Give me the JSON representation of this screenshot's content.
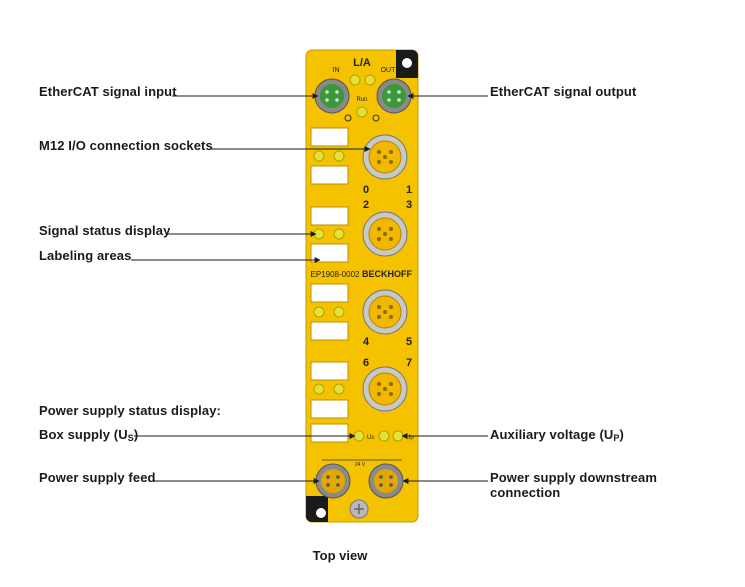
{
  "labels": {
    "ethercat_input": "EtherCAT signal input",
    "ethercat_output": "EtherCAT signal output",
    "m12_sockets": "M12 I/O connection sockets",
    "signal_status": "Signal status display",
    "labeling_areas": "Labeling areas",
    "power_status_heading": "Power supply status display:",
    "box_supply": "Box supply (U",
    "box_supply_sub": "S",
    "aux_voltage": "Auxiliary voltage (U",
    "aux_voltage_sub": "P",
    "power_feed": "Power supply feed",
    "power_downstream": "Power supply downstream connection"
  },
  "device": {
    "la": "L/A",
    "in": "IN",
    "out": "OUT",
    "run": "Run",
    "model": "EP1908-0002",
    "brand": "BECKHOFF",
    "us": "Us",
    "up": "Up",
    "ch0": "0",
    "ch1": "1",
    "ch2": "2",
    "ch3": "3",
    "ch4": "4",
    "ch5": "5",
    "ch6": "6",
    "ch7": "7",
    "voltage": "24 V"
  },
  "caption": "Top view",
  "colors": {
    "housing": "#f5c200",
    "housing_dark": "#d9a800",
    "socket": "#e8b400",
    "ethercat_green": "#3a9a3a",
    "led": "#e6e03a",
    "label_field": "#ffffff"
  }
}
